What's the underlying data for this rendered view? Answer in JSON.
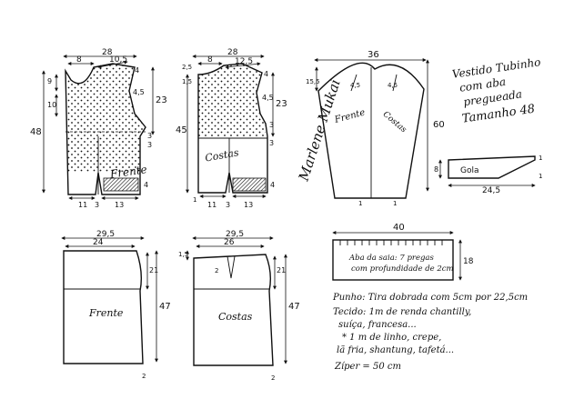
{
  "title": {
    "line1": "Vestido Tubinho",
    "line2": "com aba",
    "line3": "pregueada",
    "line4": "Tamanho 48"
  },
  "signature": "Marlene Mukai",
  "bodice_front": {
    "label": "Frente",
    "w_top": "28",
    "w_neck": "8",
    "w_shoulder": "10,5",
    "h_total": "48",
    "h_arm": "23",
    "h_left_top": "9",
    "h_left_mid": "10",
    "d4a": "4",
    "d45": "4,5",
    "d3a": "3",
    "d3b": "3",
    "d4b": "4",
    "b_left": "11",
    "b_mid": "3",
    "b_right": "13"
  },
  "bodice_back": {
    "label": "Costas",
    "w_top": "28",
    "w_neck": "8",
    "w_shoulder": "12,5",
    "h_total": "45",
    "h_arm": "23",
    "d25": "2,5",
    "d15": "1,5",
    "d4": "4",
    "d45": "4,5",
    "d3": "3",
    "d3b": "3",
    "d4b": "4",
    "b1": "1",
    "b_left": "11",
    "b_mid": "3",
    "b_right": "13"
  },
  "sleeve": {
    "label_front": "Frente",
    "label_back": "Costas",
    "w_top": "36",
    "h": "60",
    "d155": "15,5",
    "d45a": "4,5",
    "d45b": "4,5",
    "b1a": "1",
    "b1b": "1"
  },
  "collar": {
    "label": "Gola",
    "w": "24,5",
    "h": "8",
    "d1a": "1",
    "d1b": "1"
  },
  "skirt_front": {
    "label": "Frente",
    "w_top": "29,5",
    "w_waist": "24",
    "h_hip": "21",
    "h_total": "47",
    "b2": "2"
  },
  "skirt_back": {
    "label": "Costas",
    "w_top": "29,5",
    "w_waist": "26",
    "d15": "1,5",
    "d2": "2",
    "h_hip": "21",
    "h_total": "47",
    "b2": "2"
  },
  "flap": {
    "line1": "Aba da saia: 7 pregas",
    "line2": "com profundidade de 2cm",
    "w": "40",
    "h": "18"
  },
  "notes": {
    "n1": "Punho: Tira dobrada com 5cm por 22,5cm",
    "n2": "Tecido: 1m de renda chantilly,",
    "n3": "suíça, francesa...",
    "n4": "* 1 m   de linho, crepe,",
    "n5": "lã fria, shantung, tafetá...",
    "n6": "Zíper = 50 cm"
  }
}
